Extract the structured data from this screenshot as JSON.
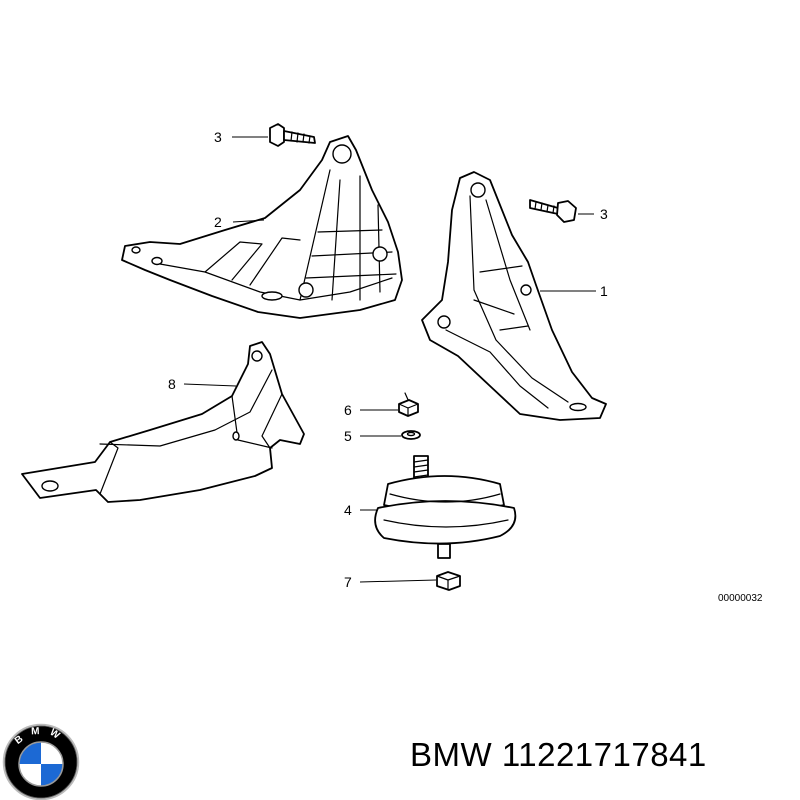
{
  "callouts": [
    {
      "number": "1"
    },
    {
      "number": "2"
    },
    {
      "number": "3"
    },
    {
      "number": "3"
    },
    {
      "number": "4"
    },
    {
      "number": "5"
    },
    {
      "number": "6"
    },
    {
      "number": "7"
    },
    {
      "number": "8"
    }
  ],
  "diagram_code": "00000032",
  "footer": {
    "brand": "BMW",
    "part_number": "11221717841"
  },
  "logo": {
    "letters": "BMW",
    "colors": {
      "quadrant_blue": "#1c69d4",
      "quadrant_white": "#ffffff",
      "ring": "#000000",
      "rim": "#bbbbbb"
    }
  }
}
